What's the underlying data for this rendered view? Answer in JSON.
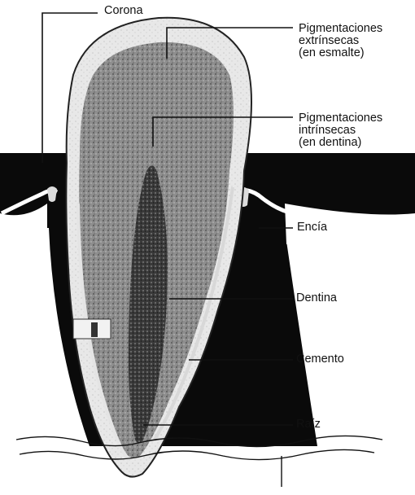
{
  "labels": {
    "corona": "Corona",
    "pig_ext": [
      "Pigmentaciones",
      "extrínsecas",
      "(en esmalte)"
    ],
    "pig_int": [
      "Pigmentaciones",
      "intrínsecas",
      "(en dentina)"
    ],
    "encia": "Encía",
    "dentina": "Dentina",
    "cemento": "Cemento",
    "raiz": "Raíz"
  },
  "colors": {
    "gum_tissue": "#0a0a0a",
    "enamel": "#e6e6e6",
    "dentin": "#9a9a9a",
    "pulp": "#3a3a3a",
    "background": "#ffffff"
  }
}
